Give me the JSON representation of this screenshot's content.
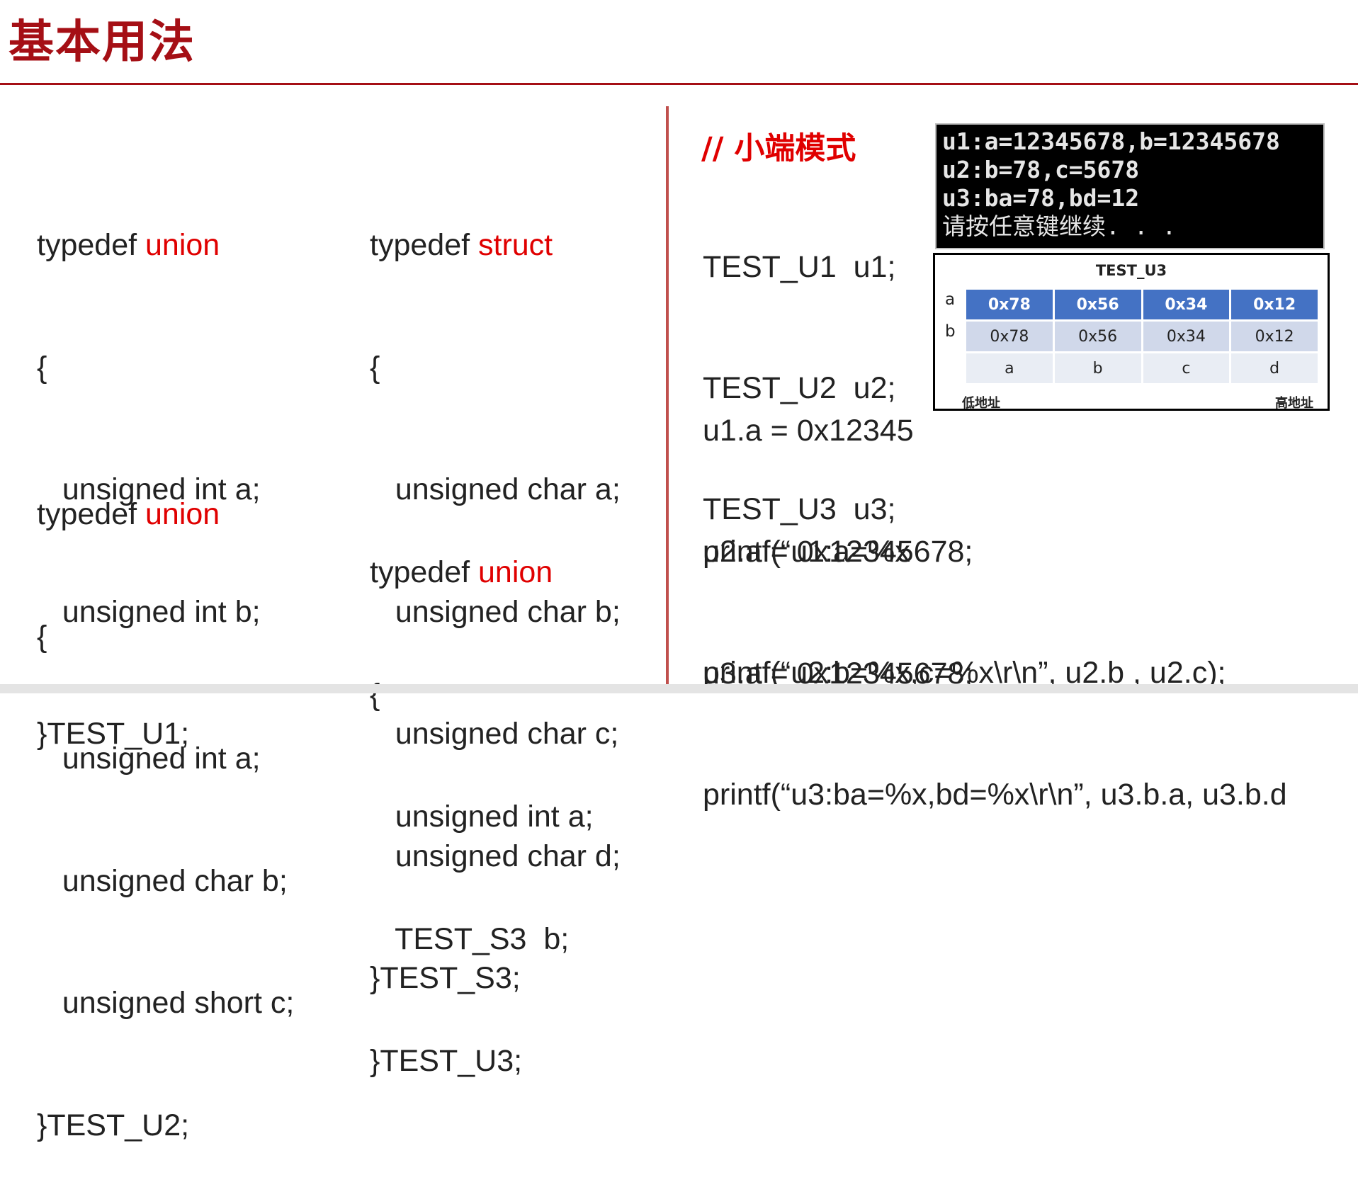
{
  "title": "基本用法",
  "left_col1": [
    {
      "lines": [
        {
          "prefix": "typedef ",
          "kw": "union"
        },
        {
          "text": "{"
        },
        {
          "text": "   unsigned int a;"
        },
        {
          "text": "   unsigned int b;"
        },
        {
          "text": "}TEST_U1;"
        }
      ]
    },
    {
      "lines": [
        {
          "prefix": "typedef ",
          "kw": "union"
        },
        {
          "text": "{"
        },
        {
          "text": "   unsigned int a;"
        },
        {
          "text": "   unsigned char b;"
        },
        {
          "text": "   unsigned short c;"
        },
        {
          "text": "}TEST_U2;"
        }
      ]
    }
  ],
  "left_col2": [
    {
      "lines": [
        {
          "prefix": "typedef ",
          "kw": "struct"
        },
        {
          "text": "{"
        },
        {
          "text": "   unsigned char a;"
        },
        {
          "text": "   unsigned char b;"
        },
        {
          "text": "   unsigned char c;"
        },
        {
          "text": "   unsigned char d;"
        },
        {
          "text": "}TEST_S3;"
        }
      ]
    },
    {
      "lines": [
        {
          "prefix": "typedef ",
          "kw": "union"
        },
        {
          "text": "{"
        },
        {
          "text": "   unsigned int a;"
        },
        {
          "text": "   TEST_S3  b;"
        },
        {
          "text": "}TEST_U3;"
        }
      ]
    }
  ],
  "right": {
    "comment": "// 小端模式",
    "decl": [
      "TEST_U1  u1;",
      "TEST_U2  u2;",
      "TEST_U3  u3;"
    ],
    "u1": [
      "u1.a = 0x12345",
      "printf(“u1:a=%x"
    ],
    "u2": [
      "u2.a = 0x12345678;",
      "printf(“u2:b=%x,c=%x\\r\\n”, u2.b , u2.c);"
    ],
    "u3": [
      "u3.a = 0x12345678;",
      "printf(“u3:ba=%x,bd=%x\\r\\n”, u3.b.a, u3.b.d"
    ]
  },
  "console": [
    "u1:a=12345678,b=12345678",
    "u2:b=78,c=5678",
    "u3:ba=78,bd=12",
    "请按任意键继续. . ."
  ],
  "memory": {
    "title": "TEST_U3",
    "row_labels": [
      "a",
      "b"
    ],
    "row_a": [
      "0x78",
      "0x56",
      "0x34",
      "0x12"
    ],
    "row_b": [
      "0x78",
      "0x56",
      "0x34",
      "0x12"
    ],
    "row_c": [
      "a",
      "b",
      "c",
      "d"
    ],
    "low": "低地址",
    "high": "高地址"
  }
}
